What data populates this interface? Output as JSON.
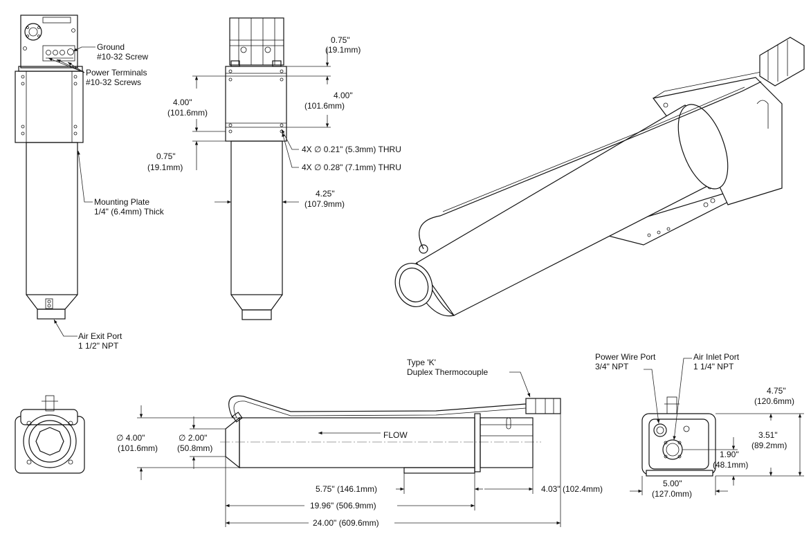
{
  "colors": {
    "line": "#111111",
    "background": "#ffffff"
  },
  "labels": {
    "ground": [
      "Ground",
      "#10-32 Screw"
    ],
    "power_terminals": [
      "Power Terminals",
      "#10-32 Screws"
    ],
    "mounting_plate": [
      "Mounting Plate",
      "1/4\" (6.4mm) Thick"
    ],
    "air_exit_port": [
      "Air Exit Port",
      "1 1/2\" NPT"
    ],
    "thermocouple": [
      "Type 'K'",
      "Duplex Thermocouple"
    ],
    "flow": "FLOW",
    "power_wire_port": [
      "Power Wire Port",
      "3/4\" NPT"
    ],
    "air_inlet_port": [
      "Air Inlet Port",
      "1 1/4\" NPT"
    ]
  },
  "dimensions": {
    "top_offset": [
      "0.75\"",
      "(19.1mm)"
    ],
    "hole_spacing_right": [
      "4.00\"",
      "(101.6mm)"
    ],
    "hole_spacing_left": [
      "4.00\"",
      "(101.6mm)"
    ],
    "bottom_offset": [
      "0.75\"",
      "(19.1mm)"
    ],
    "holes_small": "4X ∅ 0.21\" (5.3mm) THRU",
    "holes_large": "4X ∅ 0.28\" (7.1mm) THRU",
    "body_width": [
      "4.25\"",
      "(107.9mm)"
    ],
    "outer_diameter": [
      "∅ 4.00\"",
      "(101.6mm)"
    ],
    "inner_diameter": [
      "∅ 2.00\"",
      "(50.8mm)"
    ],
    "plate_length": "5.75\" (146.1mm)",
    "end_length": "4.03\" (102.4mm)",
    "body_length": "19.96\" (506.9mm)",
    "overall_length": "24.00\" (609.6mm)",
    "end_height": [
      "4.75\"",
      "(120.6mm)"
    ],
    "end_mid": [
      "3.51\"",
      "(89.2mm)"
    ],
    "inlet_height": [
      "1.90\"",
      "(48.1mm)"
    ],
    "end_width": [
      "5.00\"",
      "(127.0mm)"
    ]
  }
}
